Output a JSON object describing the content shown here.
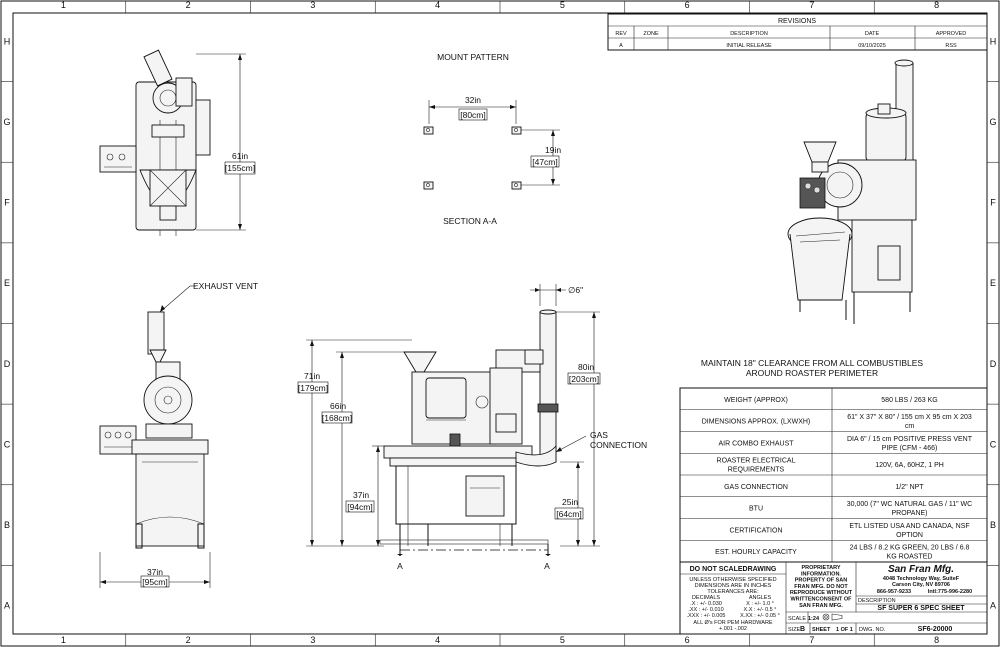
{
  "border": {
    "columns": [
      "1",
      "2",
      "3",
      "4",
      "5",
      "6",
      "7",
      "8"
    ],
    "rows": [
      "H",
      "G",
      "F",
      "E",
      "D",
      "C",
      "B",
      "A"
    ]
  },
  "revisions": {
    "title": "REVISIONS",
    "headers": [
      "REV",
      "ZONE",
      "DESCRIPTION",
      "DATE",
      "APPROVED"
    ],
    "rows": [
      [
        "A",
        "",
        "INITIAL RELEASE",
        "09/10/2025",
        "RSS"
      ]
    ]
  },
  "views": {
    "mount_pattern_title": "MOUNT PATTERN",
    "section_title": "SECTION A-A",
    "exhaust_vent_label": "EXHAUST VENT",
    "gas_connection_label": "GAS CONNECTION",
    "section_marker": "A"
  },
  "dimensions": {
    "top_height": "61in",
    "top_height_metric": "[155cm]",
    "mount_width": "32in",
    "mount_width_metric": "[80cm]",
    "mount_depth": "19in",
    "mount_depth_metric": "[47cm]",
    "pipe_dia": "∅6\"",
    "overall_height": "71in",
    "overall_height_metric": "[179cm]",
    "hopper_height": "66in",
    "hopper_height_metric": "[168cm]",
    "table_height": "37in",
    "table_height_metric": "[94cm]",
    "exhaust_height": "80in",
    "exhaust_height_metric": "[203cm]",
    "gas_height": "25in",
    "gas_height_metric": "[64cm]",
    "front_width": "37in",
    "front_width_metric": "[95cm]"
  },
  "clearance_note": [
    "MAINTAIN 18\" CLEARANCE FROM ALL COMBUSTIBLES",
    "AROUND ROASTER PERIMETER"
  ],
  "specs": [
    {
      "label": "WEIGHT (APPROX)",
      "value": [
        "580 LBS / 263 KG"
      ]
    },
    {
      "label": "DIMENSIONS APPROX. (LXWXH)",
      "value": [
        "61\" X 37\" X 80\" / 155 cm X 95 cm X 203",
        "cm"
      ]
    },
    {
      "label": "AIR COMBO EXHAUST",
      "value": [
        "DIA 6\" / 15 cm POSITIVE PRESS VENT",
        "PIPE (CFM - 466)"
      ]
    },
    {
      "label": [
        "ROASTER ELECTRICAL",
        "REQUIREMENTS"
      ],
      "value": [
        "120V, 6A, 60HZ, 1 PH"
      ]
    },
    {
      "label": "GAS CONNECTION",
      "value": [
        "1/2\" NPT"
      ]
    },
    {
      "label": "BTU",
      "value": [
        "30,000 (7\" WC NATURAL GAS / 11\" WC",
        "PROPANE)"
      ]
    },
    {
      "label": "CERTIFICATION",
      "value": [
        "ETL LISTED USA AND CANADA, NSF",
        "OPTION"
      ]
    },
    {
      "label": "EST. HOURLY CAPACITY",
      "value": [
        "24 LBS / 8.2 KG GREEN, 20 LBS / 6.8",
        "KG ROASTED"
      ]
    }
  ],
  "title_block": {
    "do_not_scale": "DO NOT SCALEDRAWING",
    "tolerance_lines": [
      "UNLESS OTHERWISE SPECIFIED",
      "DIMENSIONS ARE IN INCHES",
      "TOLERANCES ARE:"
    ],
    "decimals_label": "DECIMALS",
    "angles_label": "ANGLES",
    "tolerance_rows": [
      [
        ".X : +/- 0.030",
        "X : +/- 1.0 °"
      ],
      [
        ".XX : +/- 0.010",
        "X.X : +/- 0.5 °"
      ],
      [
        ".XXX : +/- 0.005",
        "X.XX : +/- 0.05 °"
      ]
    ],
    "pem_note": "ALL Ø's FOR PEM HARDWARE",
    "pem_tol": "+.001  -.002",
    "proprietary": [
      "PROPRIETARY",
      "INFORMATION.",
      "PROPERTY OF SAN",
      "FRAN MFG. DO NOT",
      "REPRODUCE WITHOUT",
      "WRITTENCONSENT OF",
      "SAN FRAN MFG."
    ],
    "company": "San Fran Mfg.",
    "address": [
      "4048 Technology Way, SuiteF",
      "Carson City, NV  89706"
    ],
    "phone": "866-957-9233",
    "intl": "Intl:775-996-2280",
    "description_label": "DESCRIPTION",
    "description": "SF SUPER 6 SPEC SHEET",
    "scale_label": "SCALE",
    "scale": "1:24",
    "size_label": "SIZE",
    "size": "B",
    "sheet_label": "SHEET",
    "sheet": "1 OF 1",
    "dwg_label": "DWG. NO.",
    "dwg_no": "SF6-20000"
  }
}
